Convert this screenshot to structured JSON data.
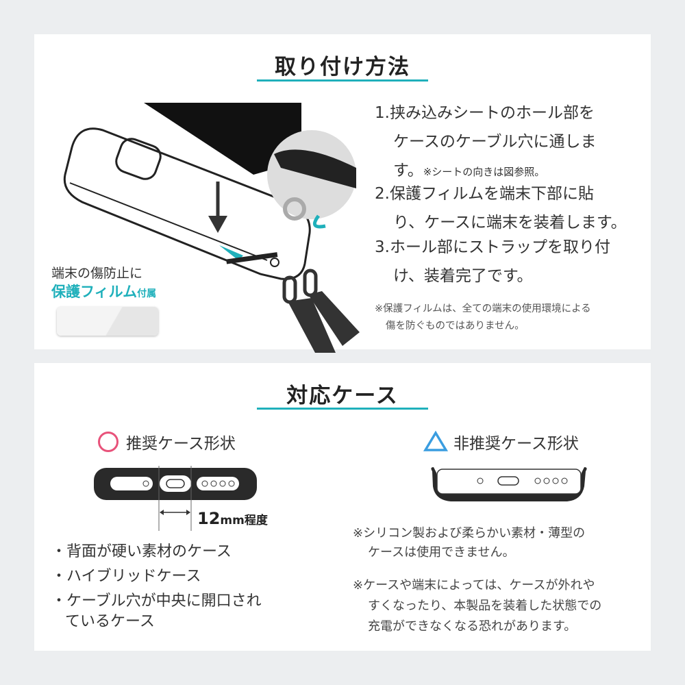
{
  "install": {
    "title": "取り付け方法",
    "steps": [
      {
        "num": "1.",
        "line1": "挟み込みシートのホール部を",
        "line2": "ケースのケーブル穴に通しま",
        "line3": "す。",
        "note": "※シートの向きは図参照。"
      },
      {
        "num": "2.",
        "line1": "保護フィルムを端末下部に貼",
        "line2": "り、ケースに端末を装着します。"
      },
      {
        "num": "3.",
        "line1": "ホール部にストラップを取り付",
        "line2": "け、装着完了です。"
      }
    ],
    "disclaimer_line1": "※保護フィルムは、全ての端末の使用環境による",
    "disclaimer_line2": "傷を防ぐものではありません。",
    "film_caption_line1": "端末の傷防止に",
    "film_caption_bold": "保護フィルム",
    "film_caption_suffix": "付属"
  },
  "compat": {
    "title": "対応ケース",
    "recommended": {
      "heading": "推奨ケース形状",
      "dimension_value": "12",
      "dimension_unit": "mm程度",
      "bullets": [
        "・背面が硬い素材のケース",
        "・ハイブリッドケース",
        "・ケーブル穴が中央に開口され"
      ],
      "bullet3_cont": "ているケース"
    },
    "not_recommended": {
      "heading": "非推奨ケース形状",
      "note1_line1": "※シリコン製および柔らかい素材・薄型の",
      "note1_line2": "ケースは使用できません。",
      "note2_line1": "※ケースや端末によっては、ケースが外れや",
      "note2_line2": "すくなったり、本製品を装着した状態での",
      "note2_line3": "充電ができなくなる恐れがあります。"
    }
  },
  "colors": {
    "accent": "#1fb0bb",
    "circle": "#e8527a",
    "triangle": "#3a9de0"
  }
}
